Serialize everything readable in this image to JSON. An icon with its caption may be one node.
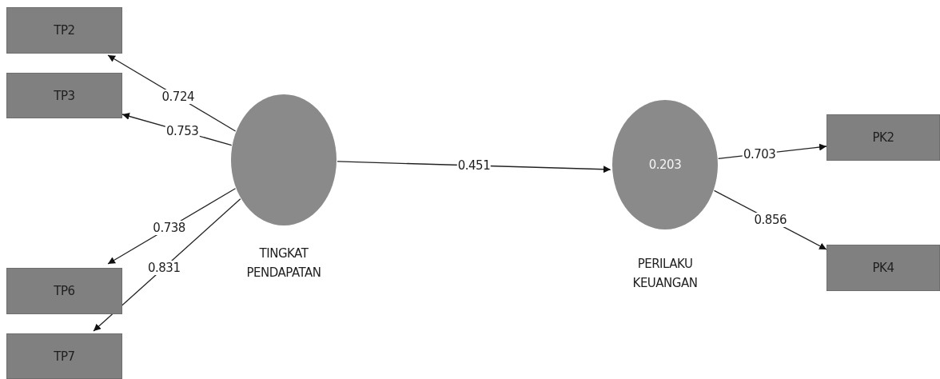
{
  "diagram": {
    "nodes": [
      {
        "text": [
          "TP2"
        ]
      },
      {
        "text": [
          "TP3"
        ]
      },
      {
        "text": [
          "TP6"
        ]
      },
      {
        "text": [
          "TP7"
        ]
      },
      {
        "text": [],
        "shape": "circle",
        "beside": [
          "TINGKAT PENDAPATAN"
        ]
      },
      {
        "text": [
          "0.203"
        ],
        "beside": [
          "PERILAKU KEUANGAN"
        ]
      },
      {
        "text": [
          "PK2"
        ]
      },
      {
        "text": [
          "PK4"
        ]
      }
    ],
    "edges": [
      {
        "from": 4,
        "to": 0,
        "arrow": "to",
        "label": "0.724"
      },
      {
        "from": 4,
        "to": 1,
        "arrow": "to",
        "label": "0.753"
      },
      {
        "from": 4,
        "to": 2,
        "arrow": "to",
        "label": "0.738"
      },
      {
        "from": 4,
        "to": 3,
        "arrow": "to",
        "label": "0.831"
      },
      {
        "from": 4,
        "to": 5,
        "arrow": "to",
        "label": "0.451"
      },
      {
        "from": 5,
        "to": 6,
        "arrow": "to",
        "label": "0.703"
      },
      {
        "from": 5,
        "to": 7,
        "arrow": "to",
        "label": "0.856"
      }
    ]
  }
}
